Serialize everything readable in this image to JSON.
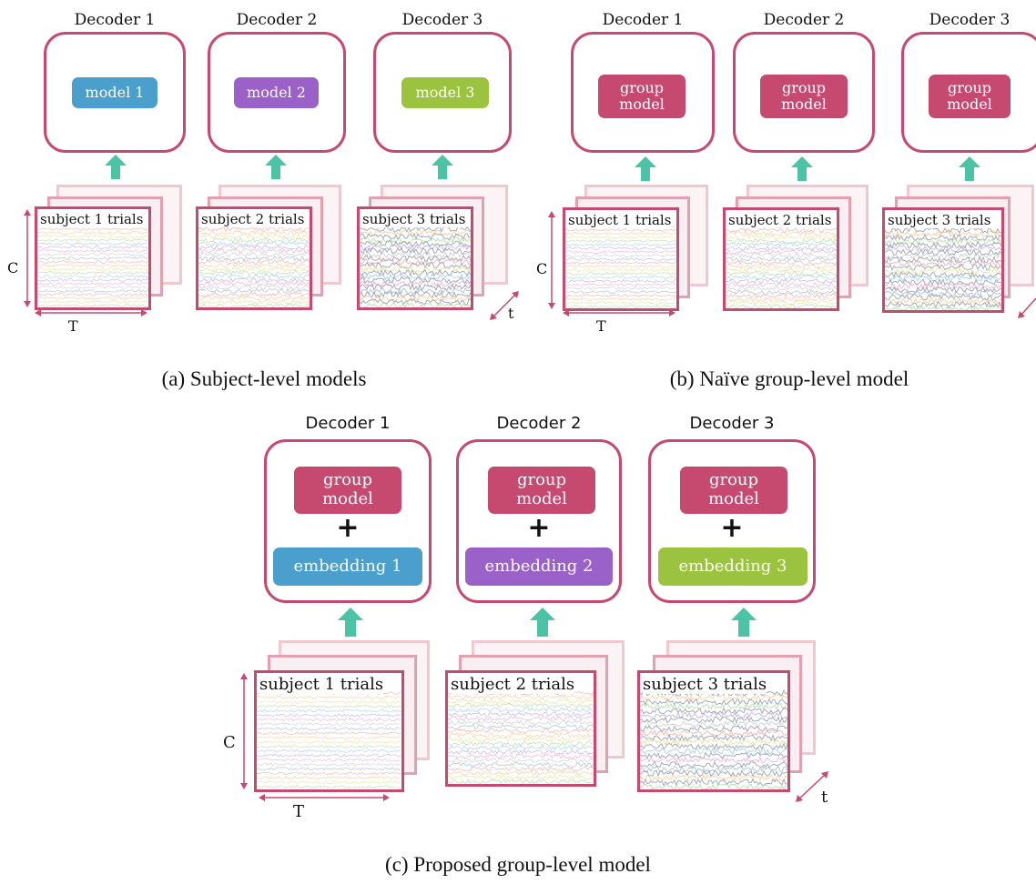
{
  "colors": {
    "frame": "#c64a6f",
    "arrow": "#4cc3a4",
    "embedding_1": "#4b9fcd",
    "embedding_2": "#9a62c8",
    "embedding_3": "#9bc33f",
    "group": "#c64a6f"
  },
  "panel_a": {
    "caption": "(a) Subject-level models",
    "decoders": [
      {
        "title": "Decoder 1",
        "model": "model 1",
        "trials": "subject 1 trials"
      },
      {
        "title": "Decoder 2",
        "model": "model 2",
        "trials": "subject 2 trials"
      },
      {
        "title": "Decoder 3",
        "model": "model 3",
        "trials": "subject 3 trials"
      }
    ]
  },
  "panel_b": {
    "caption": "(b) Naïve group-level model",
    "decoders": [
      {
        "title": "Decoder 1",
        "model_line1": "group",
        "model_line2": "model",
        "trials": "subject 1 trials"
      },
      {
        "title": "Decoder 2",
        "model_line1": "group",
        "model_line2": "model",
        "trials": "subject 2 trials"
      },
      {
        "title": "Decoder 3",
        "model_line1": "group",
        "model_line2": "model",
        "trials": "subject 3 trials"
      }
    ]
  },
  "panel_c": {
    "caption": "(c) Proposed group-level model",
    "decoders": [
      {
        "title": "Decoder 1",
        "model_line1": "group",
        "model_line2": "model",
        "plus": "+",
        "embedding": "embedding 1",
        "trials": "subject 1 trials"
      },
      {
        "title": "Decoder 2",
        "model_line1": "group",
        "model_line2": "model",
        "plus": "+",
        "embedding": "embedding 2",
        "trials": "subject 2 trials"
      },
      {
        "title": "Decoder 3",
        "model_line1": "group",
        "model_line2": "model",
        "plus": "+",
        "embedding": "embedding 3",
        "trials": "subject 3 trials"
      }
    ]
  },
  "axes": {
    "channels": "C",
    "time": "T",
    "trials": "t"
  }
}
